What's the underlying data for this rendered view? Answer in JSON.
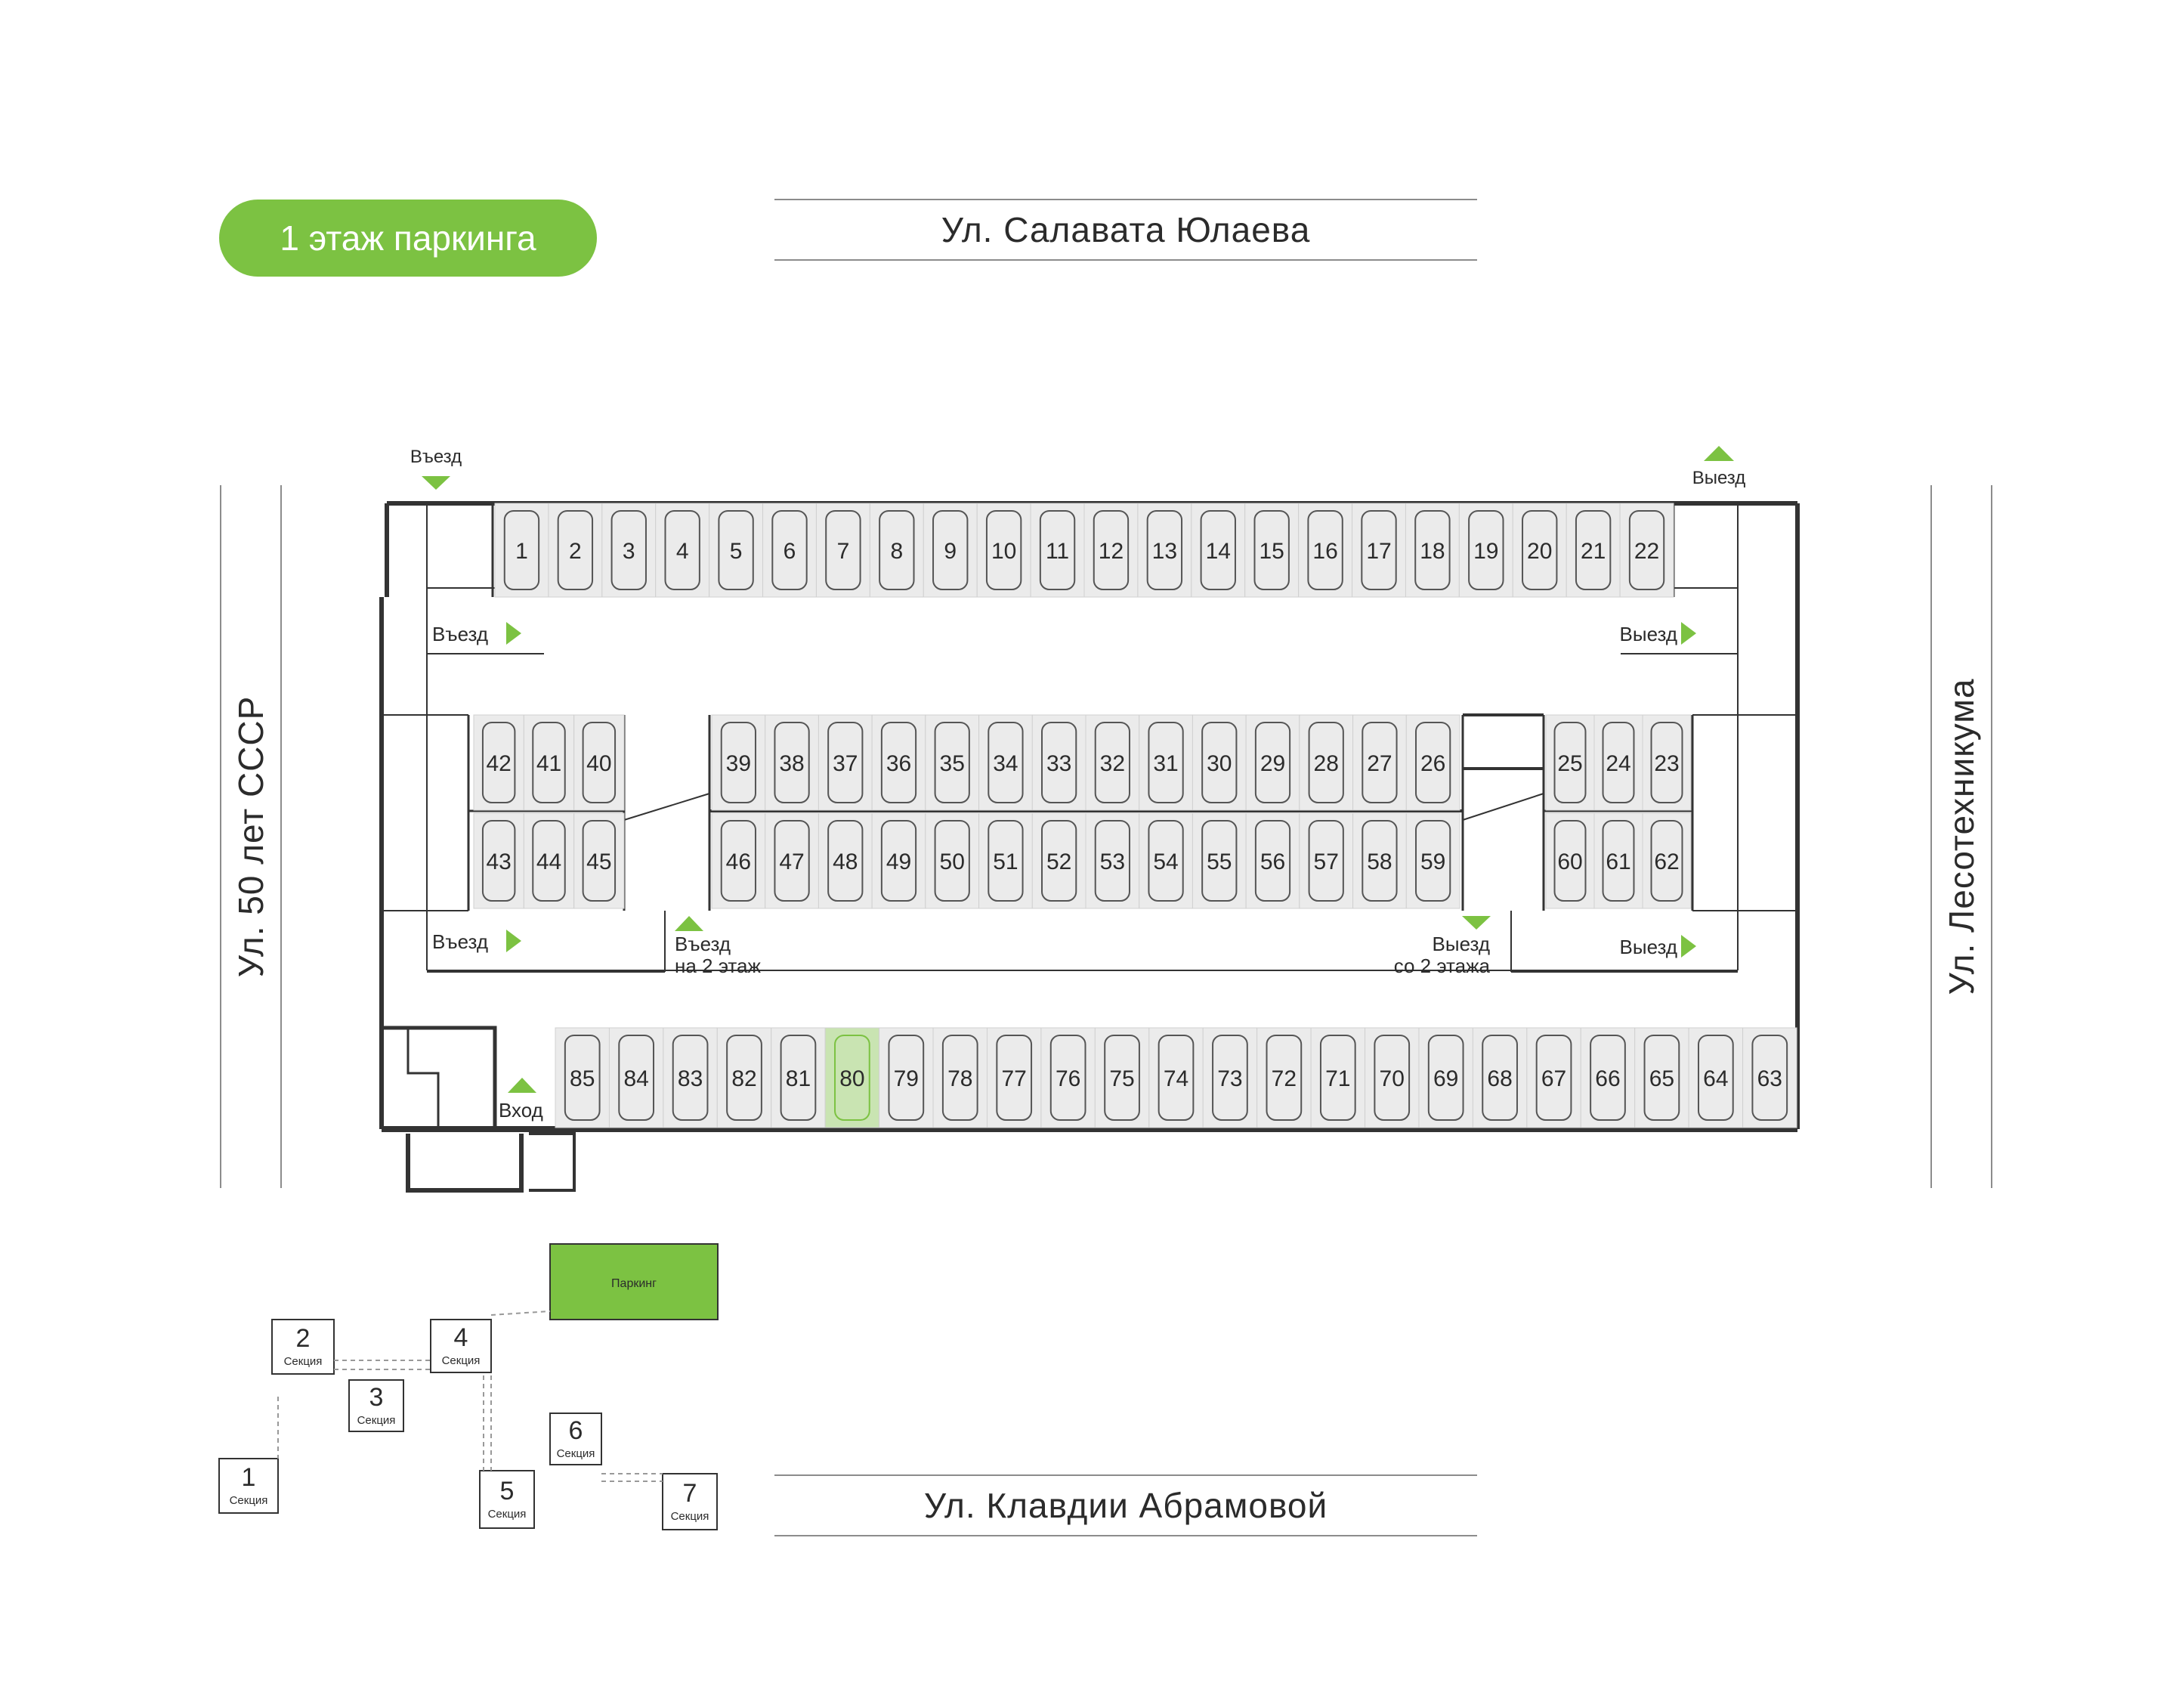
{
  "floor_badge": "1 этаж паркинга",
  "streets": {
    "top": "Ул. Салавата Юлаева",
    "bottom": "Ул. Клавдии Абрамовой",
    "left": "Ул. 50 лет СССР",
    "right": "Ул. Лесотехникума"
  },
  "labels": {
    "entry": "Въезд",
    "exit": "Выезд",
    "entrance": "Вход",
    "to_floor2_line1": "Въезд",
    "to_floor2_line2": "на 2 этаж",
    "from_floor2_line1": "Выезд",
    "from_floor2_line2": "со 2 этажа"
  },
  "highlighted_space": "80",
  "colors": {
    "accent": "#7cc242",
    "space_fill": "#ebebeb",
    "wall": "#333333"
  },
  "spaces": {
    "top_row": [
      "1",
      "2",
      "3",
      "4",
      "5",
      "6",
      "7",
      "8",
      "9",
      "10",
      "11",
      "12",
      "13",
      "14",
      "15",
      "16",
      "17",
      "18",
      "19",
      "20",
      "21",
      "22"
    ],
    "mid_upper_left": [
      "42",
      "41",
      "40"
    ],
    "mid_upper_center": [
      "39",
      "38",
      "37",
      "36",
      "35",
      "34",
      "33",
      "32",
      "31",
      "30",
      "29",
      "28",
      "27",
      "26"
    ],
    "mid_upper_right": [
      "25",
      "24",
      "23"
    ],
    "mid_lower_left": [
      "43",
      "44",
      "45"
    ],
    "mid_lower_center": [
      "46",
      "47",
      "48",
      "49",
      "50",
      "51",
      "52",
      "53",
      "54",
      "55",
      "56",
      "57",
      "58",
      "59"
    ],
    "mid_lower_right": [
      "60",
      "61",
      "62"
    ],
    "bottom_row": [
      "85",
      "84",
      "83",
      "82",
      "81",
      "80",
      "79",
      "78",
      "77",
      "76",
      "75",
      "74",
      "73",
      "72",
      "71",
      "70",
      "69",
      "68",
      "67",
      "66",
      "65",
      "64",
      "63"
    ]
  },
  "site_plan": {
    "parking_label": "Паркинг",
    "section_word": "Секция",
    "sections": [
      "1",
      "2",
      "3",
      "4",
      "5",
      "6",
      "7"
    ]
  }
}
